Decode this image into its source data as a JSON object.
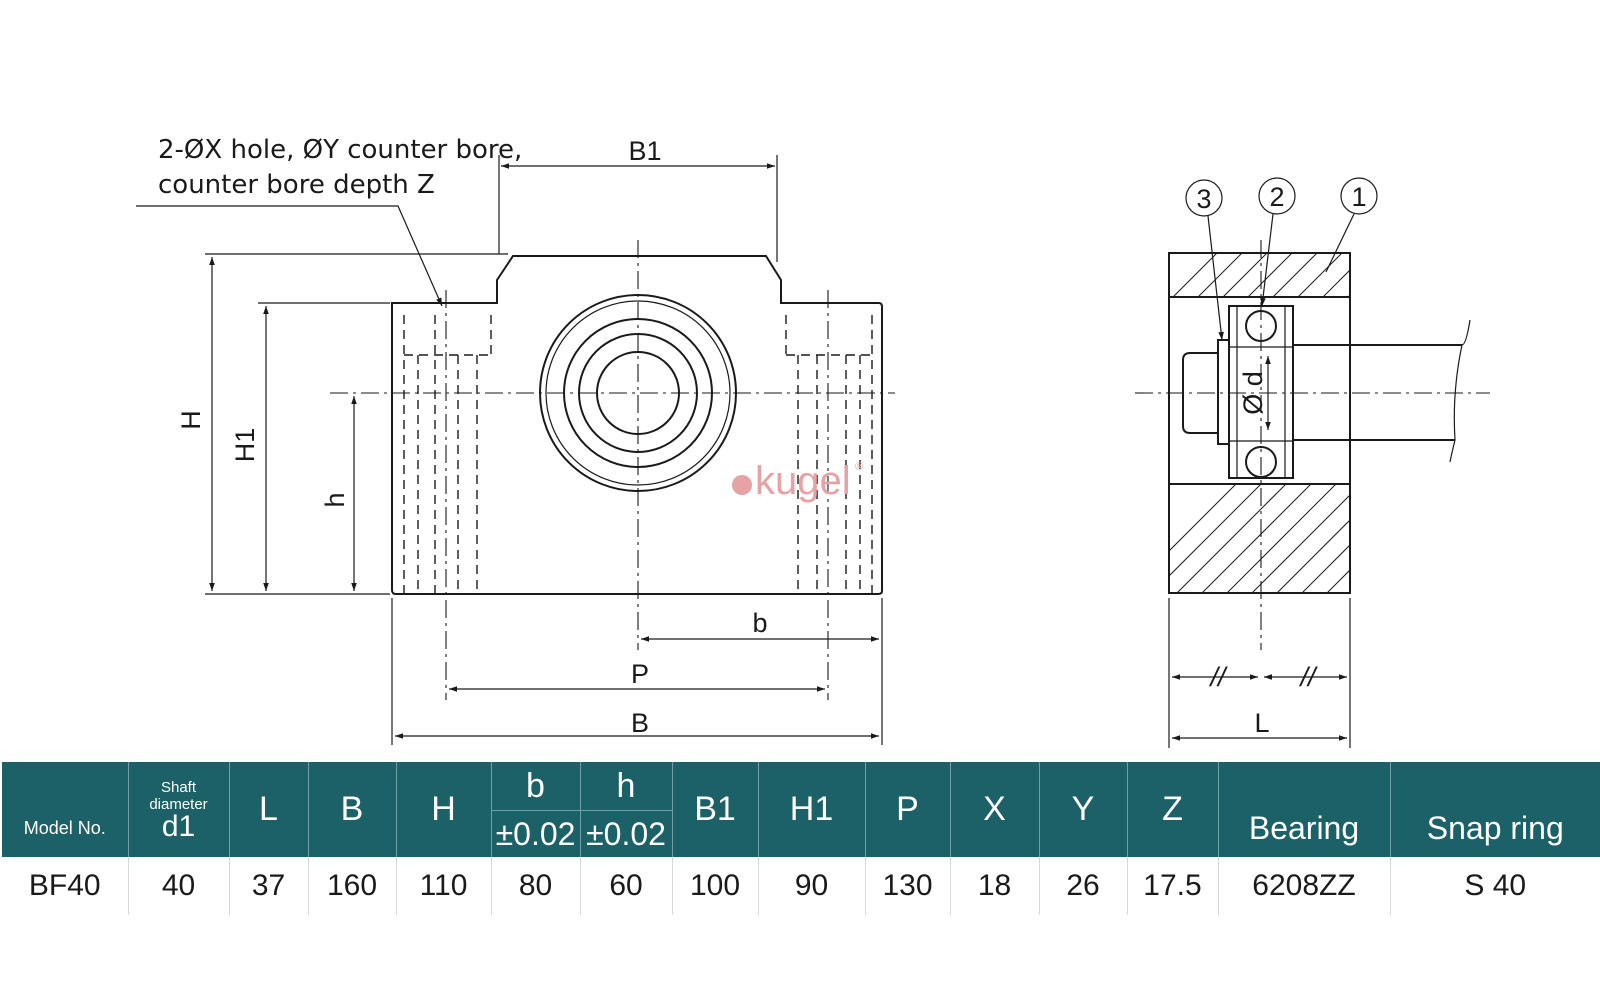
{
  "drawing": {
    "front_view": {
      "note_line1": "2-ØX hole, ØY counter bore,",
      "note_line2": "counter bore depth Z",
      "dim_B1": "B1",
      "dim_H": "H",
      "dim_H1": "H1",
      "dim_h": "h",
      "dim_b": "b",
      "dim_P": "P",
      "dim_B": "B"
    },
    "side_view": {
      "balloon_1": "1",
      "balloon_2": "2",
      "balloon_3": "3",
      "dim_d": "Ø d",
      "dim_L": "L",
      "sym_left": "//",
      "sym_right": "//"
    }
  },
  "watermark": {
    "text": "kugel",
    "mark": "®",
    "color": "#e6a2a5"
  },
  "table": {
    "header_color": "#1c6168",
    "headers": {
      "model": "Model No.",
      "shaft_line1": "Shaft",
      "shaft_line2": "diameter",
      "shaft_symbol": "d1",
      "L": "L",
      "B": "B",
      "H": "H",
      "b": "b",
      "b_tol": "±0.02",
      "h": "h",
      "h_tol": "±0.02",
      "B1": "B1",
      "H1": "H1",
      "P": "P",
      "X": "X",
      "Y": "Y",
      "Z": "Z",
      "bearing": "Bearing",
      "snap_ring": "Snap ring"
    },
    "row": {
      "model": "BF40",
      "d1": "40",
      "L": "37",
      "B": "160",
      "H": "110",
      "b": "80",
      "h": "60",
      "B1": "100",
      "H1": "90",
      "P": "130",
      "X": "18",
      "Y": "26",
      "Z": "17.5",
      "bearing": "6208ZZ",
      "snap_ring": "S 40"
    }
  }
}
